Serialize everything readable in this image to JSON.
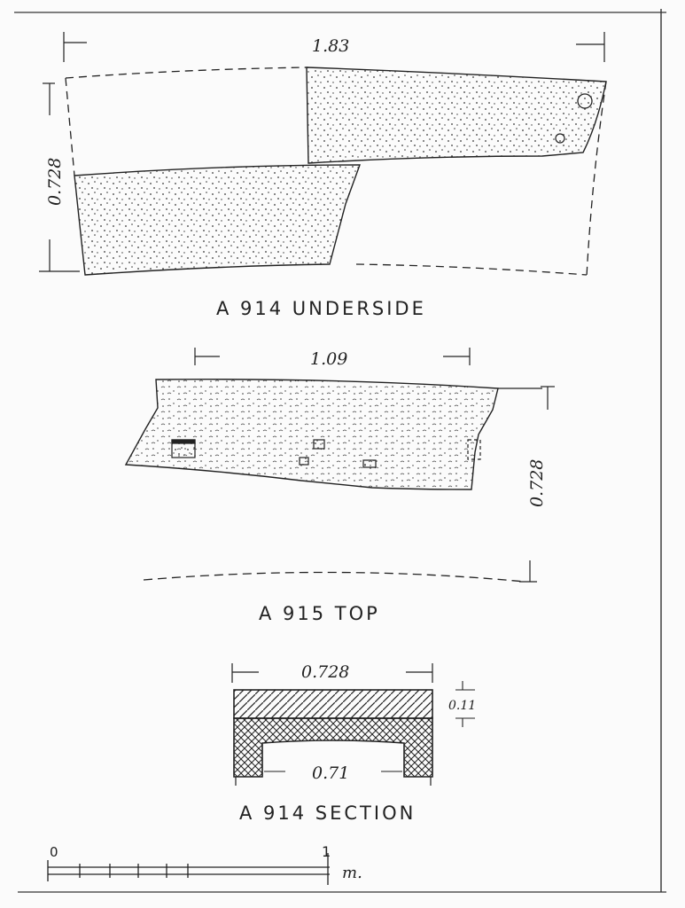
{
  "figures": {
    "underside": {
      "caption": "A 914  UNDERSIDE",
      "width_dim": "1.83",
      "height_dim": "0.728"
    },
    "top": {
      "caption": "A 915  TOP",
      "width_dim": "1.09",
      "height_dim": "0.728"
    },
    "section": {
      "caption": "A 914  SECTION",
      "width_dim": "0.728",
      "thickness_dim": "0.11",
      "inner_dim": "0.71"
    }
  },
  "scale_bar": {
    "start": "0",
    "end": "1",
    "unit": "m."
  },
  "colors": {
    "ink": "#222222",
    "paper": "#fbfbfb"
  }
}
